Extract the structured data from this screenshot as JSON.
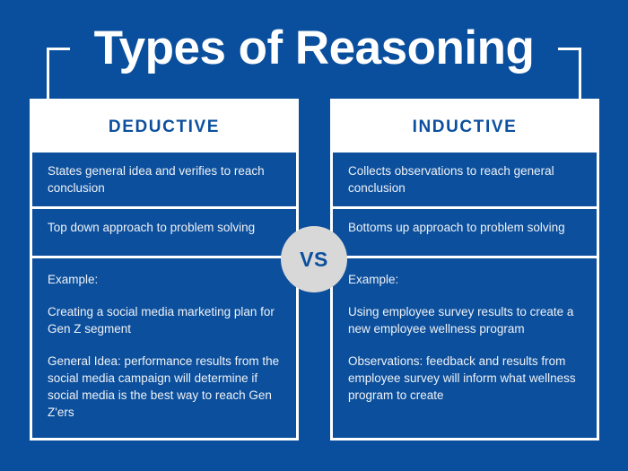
{
  "poster": {
    "title": "Types of Reasoning",
    "background_color": "#0a4f9e",
    "accent_color": "#ffffff",
    "badge_color": "#d8d8d8",
    "heading_color": "#0b4f9e"
  },
  "badge": {
    "label": "VS"
  },
  "columns": [
    {
      "header": "DEDUCTIVE",
      "cells": [
        "States general idea and verifies to reach conclusion",
        "Top down approach to problem solving"
      ],
      "example": {
        "label": "Example:",
        "body": "Creating a social media marketing plan for Gen Z segment",
        "detail": "General Idea: performance results from the social media campaign will determine if social media is the  best way to reach Gen Z'ers"
      }
    },
    {
      "header": "INDUCTIVE",
      "cells": [
        "Collects observations to reach general conclusion",
        "Bottoms up approach to problem solving"
      ],
      "example": {
        "label": "Example:",
        "body": "Using employee survey results to create a new employee wellness program",
        "detail": "Observations: feedback and results from employee survey will inform what wellness program to create"
      }
    }
  ]
}
